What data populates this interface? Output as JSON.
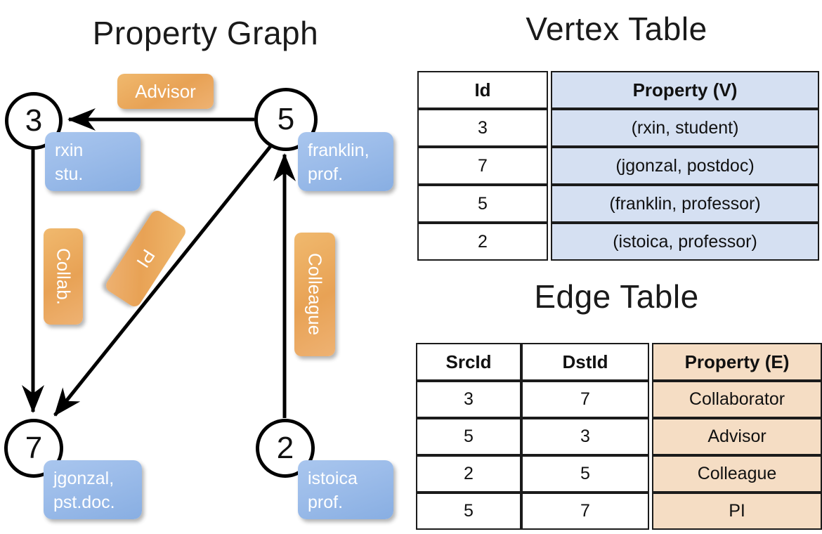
{
  "graph": {
    "title": "Property Graph",
    "nodes": [
      {
        "id": "3",
        "property": "rxin\nstu.",
        "prop_line1": "rxin",
        "prop_line2": "stu."
      },
      {
        "id": "5",
        "property": "franklin, prof.",
        "prop_line1": "franklin,",
        "prop_line2": "prof."
      },
      {
        "id": "7",
        "property": "jgonzal, pst.doc.",
        "prop_line1": "jgonzal,",
        "prop_line2": "pst.doc."
      },
      {
        "id": "2",
        "property": "istoica prof.",
        "prop_line1": "istoica",
        "prop_line2": "prof."
      }
    ],
    "edge_labels": [
      {
        "text": "Advisor",
        "from": "5",
        "to": "3"
      },
      {
        "text": "Collab.",
        "from": "3",
        "to": "7"
      },
      {
        "text": "PI",
        "from": "5",
        "to": "7"
      },
      {
        "text": "Colleague",
        "from": "2",
        "to": "5"
      }
    ],
    "colors": {
      "vertex_box": "#9dbdea",
      "edge_box": "#e8a255",
      "node_stroke": "#000000",
      "arrow": "#000000"
    }
  },
  "vertex_table": {
    "title": "Vertex Table",
    "headers": [
      "Id",
      "Property (V)"
    ],
    "rows": [
      [
        "3",
        "(rxin, student)"
      ],
      [
        "7",
        "(jgonzal, postdoc)"
      ],
      [
        "5",
        "(franklin, professor)"
      ],
      [
        "2",
        "(istoica, professor)"
      ]
    ],
    "fill_color": "#d5e0f2"
  },
  "edge_table": {
    "title": "Edge Table",
    "headers": [
      "SrcId",
      "DstId",
      "Property (E)"
    ],
    "rows": [
      [
        "3",
        "7",
        "Collaborator"
      ],
      [
        "5",
        "3",
        "Advisor"
      ],
      [
        "2",
        "5",
        "Colleague"
      ],
      [
        "5",
        "7",
        "PI"
      ]
    ],
    "fill_color": "#f5ddc4"
  }
}
